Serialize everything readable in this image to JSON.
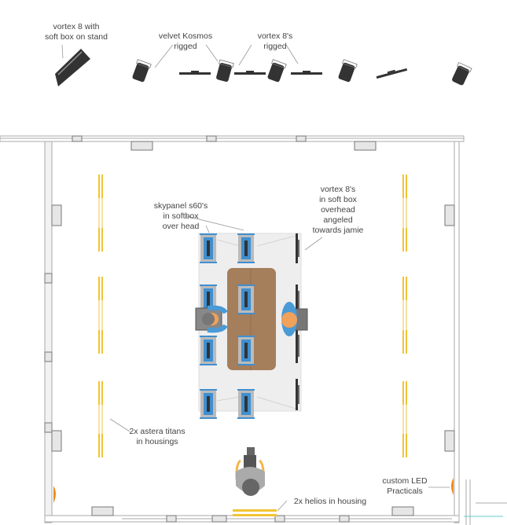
{
  "labels": {
    "vortex_stand": [
      "vortex 8 with",
      "soft box on stand"
    ],
    "kosmos": [
      "velvet Kosmos",
      "rigged"
    ],
    "vortex_rigged": [
      "vortex 8's",
      "rigged"
    ],
    "skypanel": [
      "skypanel s60's",
      "in softbox",
      "over head"
    ],
    "vortex_overhead": [
      "vortex 8's",
      "in soft box",
      "overhead",
      "angeled",
      "towards jamie"
    ],
    "astera": [
      "2x astera titans",
      "in housings"
    ],
    "helios": [
      "2x helios in housing"
    ],
    "practicals": [
      "custom LED",
      "Practicals"
    ]
  },
  "colors": {
    "skypanel_blue": "#3f8fd0",
    "table_wood": "#a57e5c",
    "astera_yellow": "#f2c433",
    "practical_orange": "#f08a1c",
    "skin_orange": "#f0a15a",
    "fixture_dark": "#333333",
    "wall_gray": "#bbbbbb"
  }
}
